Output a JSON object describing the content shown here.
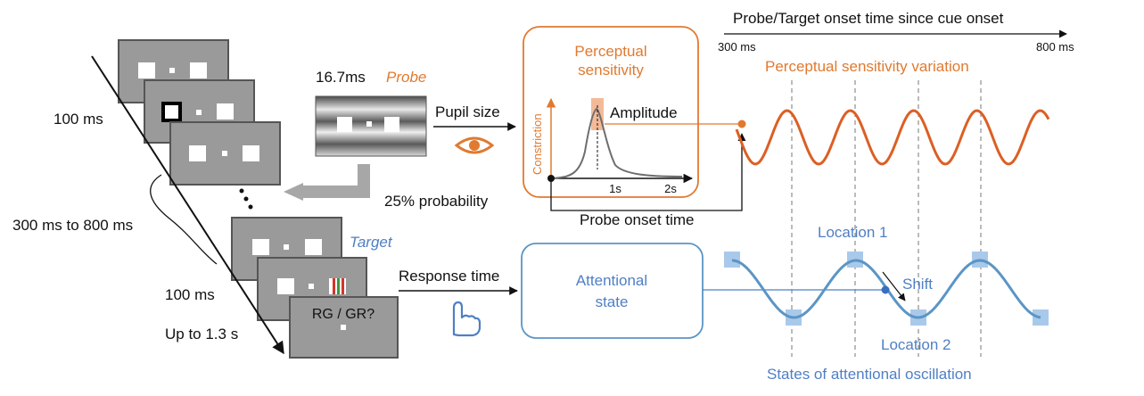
{
  "colors": {
    "orange": "#e07a30",
    "blue": "#4f7fc4",
    "wave_orange": "#dc5f24",
    "wave_blue": "#5b95c5",
    "screen_gray": "#9a9a9a",
    "marker_blue": "#a9c9ea"
  },
  "trial": {
    "duration_100ms_top": "100 ms",
    "interval": "300 ms to 800 ms",
    "duration_100ms_bottom": "100 ms",
    "response_window": "Up to 1.3 s",
    "ellipsis": "⋮",
    "question": "RG / GR?"
  },
  "probe": {
    "duration": "16.7ms",
    "label": "Probe",
    "probability": "25% probability"
  },
  "pupil": {
    "label": "Pupil size",
    "icon": "eye-icon"
  },
  "perceptual_box": {
    "title_line1": "Perceptual",
    "title_line2": "sensitivity",
    "y_axis": "Constriction",
    "amplitude": "Amplitude",
    "tick_1": "1s",
    "tick_2": "2s",
    "onset_label": "Probe onset time"
  },
  "timeline": {
    "title": "Probe/Target onset time since cue onset",
    "start": "300 ms",
    "end": "800 ms"
  },
  "sensitivity_wave": {
    "label": "Perceptual sensitivity variation"
  },
  "target": {
    "label": "Target"
  },
  "response": {
    "label": "Response time",
    "icon": "pointing-hand-icon"
  },
  "attention_box": {
    "line1": "Attentional",
    "line2": "state"
  },
  "oscillation": {
    "location1": "Location 1",
    "location2": "Location 2",
    "shift": "Shift",
    "caption": "States of attentional oscillation"
  }
}
